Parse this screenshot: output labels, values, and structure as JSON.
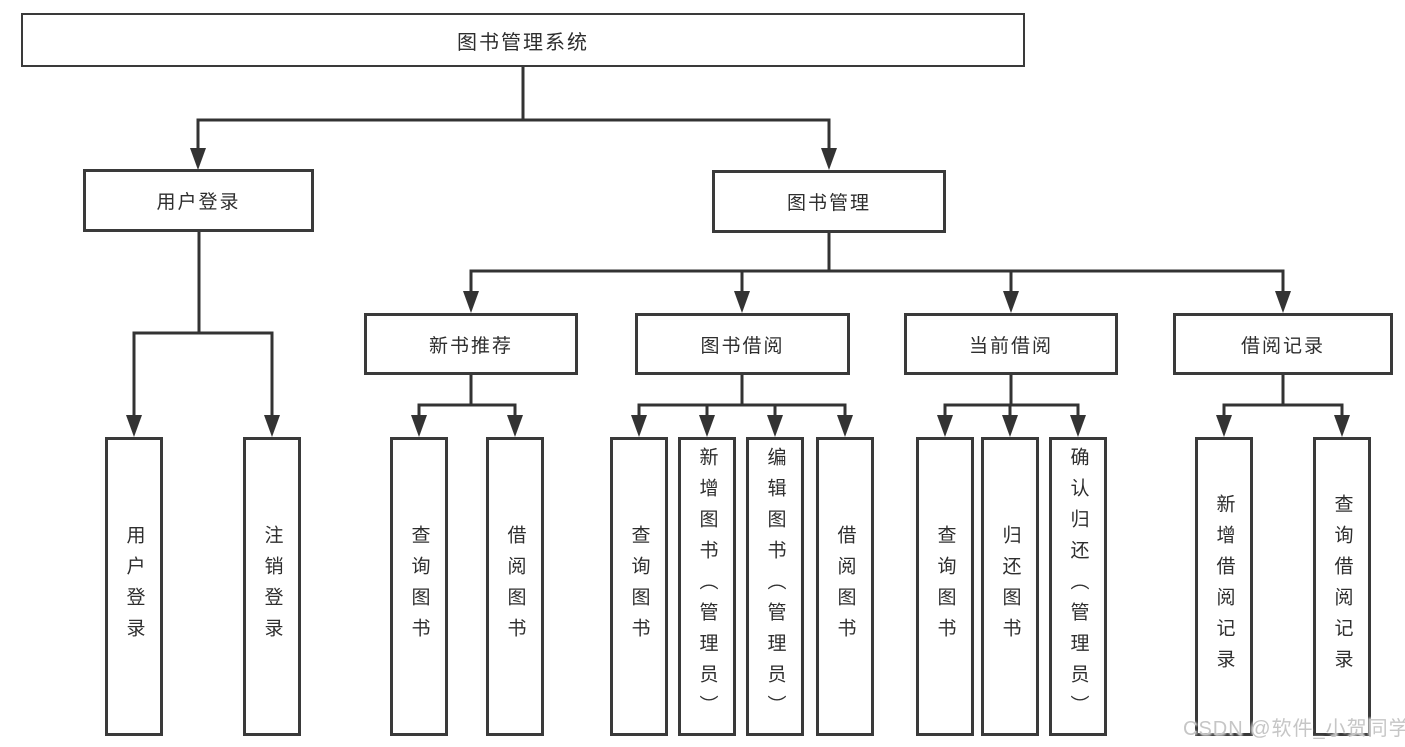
{
  "diagram_title": "图书管理系统",
  "tree": {
    "label": "图书管理系统",
    "children": [
      {
        "label": "用户登录",
        "children": [
          {
            "label": "用户登录"
          },
          {
            "label": "注销登录"
          }
        ]
      },
      {
        "label": "图书管理",
        "children": [
          {
            "label": "新书推荐",
            "children": [
              {
                "label": "查询图书"
              },
              {
                "label": "借阅图书"
              }
            ]
          },
          {
            "label": "图书借阅",
            "children": [
              {
                "label": "查询图书"
              },
              {
                "label": "新增图书（管理员）"
              },
              {
                "label": "编辑图书（管理员）"
              },
              {
                "label": "借阅图书"
              }
            ]
          },
          {
            "label": "当前借阅",
            "children": [
              {
                "label": "查询图书"
              },
              {
                "label": "归还图书"
              },
              {
                "label": "确认归还（管理员）"
              }
            ]
          },
          {
            "label": "借阅记录",
            "children": [
              {
                "label": "新增借阅记录"
              },
              {
                "label": "查询借阅记录"
              }
            ]
          }
        ]
      }
    ]
  },
  "watermark": {
    "text": "CSDN @软件_小贺同学"
  },
  "colors": {
    "box_border": "#3a3a3a",
    "connector": "#333333",
    "text": "#2e2e2e",
    "watermark": "#c6c6c6",
    "background": "#ffffff"
  }
}
